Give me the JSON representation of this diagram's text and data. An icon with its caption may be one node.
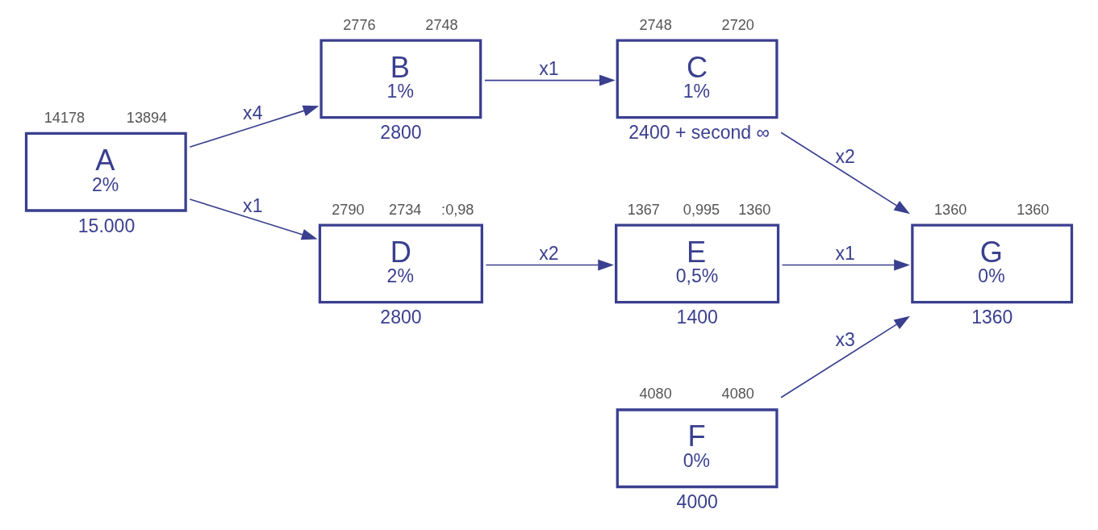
{
  "diagram": {
    "nodes": [
      {
        "text": [
          "A",
          "2%"
        ],
        "beside": [
          "14178",
          "13894",
          "15.000"
        ]
      },
      {
        "text": [
          "B",
          "1%"
        ],
        "beside": [
          "2776",
          "2748",
          "2800"
        ]
      },
      {
        "text": [
          "C",
          "1%"
        ],
        "beside": [
          "2748",
          "2720",
          "2400 + second ∞"
        ]
      },
      {
        "text": [
          "D",
          "2%"
        ],
        "beside": [
          "2790",
          "2734",
          ":0,98",
          "2800"
        ]
      },
      {
        "text": [
          "E",
          "0,5%"
        ],
        "beside": [
          "1367",
          "0,995",
          "1360",
          "1400"
        ]
      },
      {
        "text": [
          "F",
          "0%"
        ],
        "beside": [
          "4080",
          "4080",
          "4000"
        ]
      },
      {
        "text": [
          "G",
          "0%"
        ],
        "beside": [
          "1360",
          "1360",
          "1360"
        ]
      }
    ],
    "edges": [
      {
        "from": 0,
        "to": 1,
        "arrow": "to",
        "label": "x4"
      },
      {
        "from": 1,
        "to": 2,
        "arrow": "to",
        "label": "x1"
      },
      {
        "from": 2,
        "to": 6,
        "arrow": "to",
        "label": "x2"
      },
      {
        "from": 0,
        "to": 3,
        "arrow": "to",
        "label": "x1"
      },
      {
        "from": 3,
        "to": 4,
        "arrow": "to",
        "label": "x2"
      },
      {
        "from": 4,
        "to": 6,
        "arrow": "to",
        "label": "x1"
      },
      {
        "from": 5,
        "to": 6,
        "arrow": "to",
        "label": "x3"
      }
    ]
  }
}
